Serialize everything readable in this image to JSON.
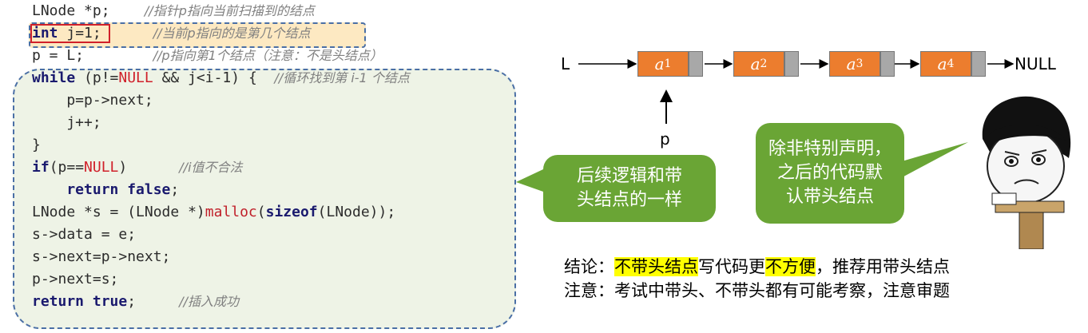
{
  "code": {
    "line1_code": "LNode *p;",
    "line1_comment": "//指针p指向当前扫描到的结点",
    "line2_kw": "int",
    "line2_code": " j=1;",
    "line2_comment": "//当前p指向的是第几个结点",
    "line3_code": "p = L;",
    "line3_comment": "//p指向第1个结点（注意：不是头结点）",
    "line4_kw": "while",
    "line4_a": " (p!=",
    "line4_null": "NULL",
    "line4_b": " && j<i-1) {",
    "line4_comment": "//循环找到第 i-1 个结点",
    "line5_code": "    p=p->next;",
    "line6_code": "    j++;",
    "line7_code": "}",
    "line8_kw": "if",
    "line8_a": "(p==",
    "line8_null": "NULL",
    "line8_b": ")",
    "line8_comment": "//i值不合法",
    "line9_kw": "    return false",
    "line9_b": ";",
    "line10_a": "LNode *s = (LNode *)",
    "line10_fn": "malloc",
    "line10_b": "(",
    "line10_kw": "sizeof",
    "line10_c": "(LNode));",
    "line11_code": "s->data = e;",
    "line12_code": "s->next=p->next;",
    "line13_code": "p->next=s;",
    "line14_kw": "return true",
    "line14_b": ";",
    "line14_comment": "//插入成功"
  },
  "diagram": {
    "l_label": "L",
    "null_label": "NULL",
    "p_label": "p",
    "nodes": [
      {
        "name": "a",
        "sub": "1"
      },
      {
        "name": "a",
        "sub": "2"
      },
      {
        "name": "a",
        "sub": "3"
      },
      {
        "name": "a",
        "sub": "4"
      }
    ]
  },
  "bubbles": {
    "left_line1": "后续逻辑和带",
    "left_line2": "头结点的一样",
    "right_line1": "除非特别声明，",
    "right_line2": "之后的代码默",
    "right_line3": "认带头结点"
  },
  "conclusion": {
    "line1_prefix": "结论：",
    "line1_hl1": "不带头结点",
    "line1_mid": "写代码更",
    "line1_hl2": "不方便",
    "line1_suffix": "，推荐用带头结点",
    "line2": "注意：考试中带头、不带头都有可能考察，注意审题"
  },
  "colors": {
    "node_fill": "#ec7d2e",
    "bubble_fill": "#6aa535",
    "highlight": "#ffff00",
    "dash_border": "#4a6fa5"
  }
}
